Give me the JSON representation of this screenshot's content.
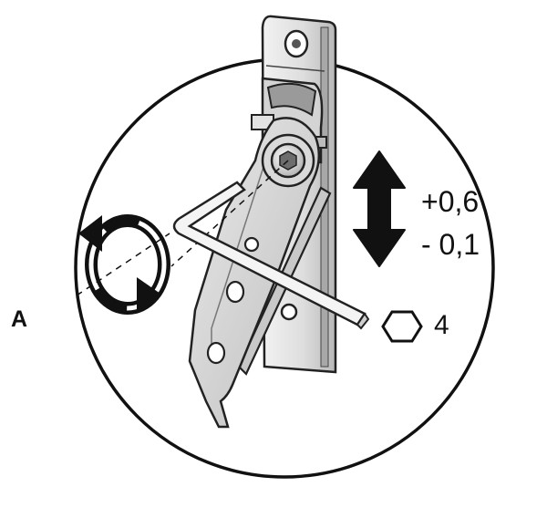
{
  "detail_label": "A",
  "adjustment": {
    "plus": "+0,6",
    "minus": "- 0,1"
  },
  "tool": {
    "icon": "hex-key-icon",
    "size": "4"
  },
  "colors": {
    "line": "#111111",
    "metal_light": "#ececec",
    "metal_mid": "#c9c9c9",
    "metal_dark": "#8f8f8f",
    "background": "#ffffff"
  }
}
